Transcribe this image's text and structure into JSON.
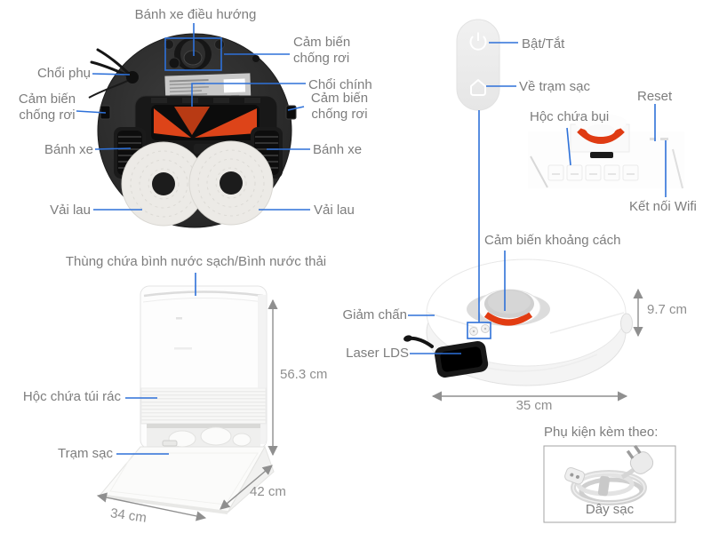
{
  "colors": {
    "leader_line": "#2e71d9",
    "label_text": "#7d7d7d",
    "dimension_text": "#8f8f8f",
    "brush_red": "#dd4419",
    "lds_red": "#e23c12"
  },
  "bottom_view": {
    "caster_label": "Bánh xe điều hướng",
    "drop_sensor_label": "Cảm biến chống rơi",
    "side_brush_label": "Chổi phụ",
    "main_brush_label": "Chổi chính",
    "wheel_label": "Bánh xe",
    "mop_label": "Vải lau"
  },
  "control_panel": {
    "power_label": "Bật/Tắt",
    "home_label": "Về trạm sạc"
  },
  "lid_view": {
    "reset_label": "Reset",
    "dust_box_label": "Hộc chứa bụi",
    "wifi_label": "Kết nối Wifi"
  },
  "station": {
    "water_tank_label": "Thùng chứa bình nước sạch/Bình nước thải",
    "dust_bag_label": "Hộc chứa túi rác",
    "charging_dock_label": "Trạm sạc",
    "height": "56.3 cm",
    "depth": "42 cm",
    "width": "34 cm"
  },
  "top_view": {
    "distance_sensor_label": "Cảm biến khoảng cách",
    "bumper_label": "Giảm chấn",
    "laser_label": "Laser LDS",
    "height": "9.7 cm",
    "diameter": "35 cm"
  },
  "accessories": {
    "title": "Phụ kiện kèm theo:",
    "item_label": "Dây sạc"
  }
}
